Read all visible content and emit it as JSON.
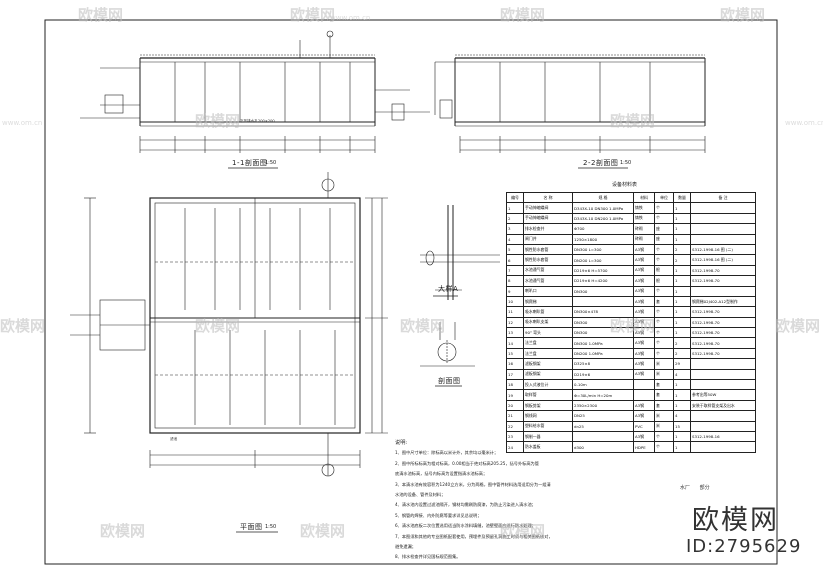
{
  "drawing": {
    "section_1": {
      "title": "1-1剖面图",
      "scale": "1:50",
      "pipe_label": "下压排水孔200×200"
    },
    "section_2": {
      "title": "2-2剖面图",
      "scale": "1:50"
    },
    "plan": {
      "title": "平面图",
      "scale": "1:50"
    },
    "detail_a": {
      "title": "大样A"
    },
    "section_view": {
      "title": "剖面图"
    },
    "plan_side_label": "滤池",
    "table": {
      "title": "设备材料表",
      "headers": [
        "编号",
        "名 称",
        "规 格",
        "材料",
        "单位",
        "数量",
        "备 注"
      ],
      "rows": [
        [
          "1",
          "手动伸缩蝶阀",
          "D343X-10 DN300 1.0MPa",
          "铸铁",
          "个",
          "1",
          ""
        ],
        [
          "2",
          "手动伸缩蝶阀",
          "D343X-10 DN200 1.0MPa",
          "铸铁",
          "个",
          "1",
          ""
        ],
        [
          "3",
          "排水检查井",
          "Φ700",
          "砖砌",
          "座",
          "1",
          ""
        ],
        [
          "4",
          "闸门井",
          "1250×1800",
          "砖砌",
          "座",
          "1",
          ""
        ],
        [
          "5",
          "钢性防水套管",
          "DN300 L=300",
          "A3钢",
          "个",
          "2",
          "S312-1998-16 图 (二)"
        ],
        [
          "6",
          "钢性防水套管",
          "DN200 L=300",
          "A3钢",
          "个",
          "2",
          "S312-1998-16 图 (二)"
        ],
        [
          "7",
          "水池通气管",
          "D219×6 H=5700",
          "A3钢",
          "根",
          "1",
          "S312-1998-70"
        ],
        [
          "8",
          "水池通气管",
          "D219×6 H=4200",
          "A3钢",
          "根",
          "1",
          "S312-1998-70"
        ],
        [
          "9",
          "喇叭口",
          "DN300",
          "A3钢",
          "个",
          "1",
          ""
        ],
        [
          "10",
          "钢爬梯",
          "",
          "A3钢",
          "套",
          "1",
          "钢爬梯02J402-A12型制作"
        ],
        [
          "11",
          "吸水喇叭管",
          "DN300×478",
          "A3钢",
          "个",
          "1",
          "S312-1998-70"
        ],
        [
          "12",
          "吸水喇叭支架",
          "DN300",
          "A3钢",
          "个",
          "1",
          "S312-1998-70"
        ],
        [
          "13",
          "90° 弯头",
          "DN300",
          "A3钢",
          "个",
          "1",
          "S312-1998-70"
        ],
        [
          "14",
          "法兰盘",
          "DN300 1.0MPa",
          "A3钢",
          "个",
          "2",
          "S312-1998-70"
        ],
        [
          "15",
          "法兰盘",
          "DN200 1.0MPa",
          "A3钢",
          "个",
          "2",
          "S312-1998-70"
        ],
        [
          "16",
          "滤板钢架",
          "D325×8",
          "A3钢",
          "米",
          "29",
          ""
        ],
        [
          "17",
          "滤板钢架",
          "D219×6",
          "A3钢",
          "米",
          "4",
          ""
        ],
        [
          "18",
          "投入式液位计",
          "0-10m",
          "",
          "套",
          "1",
          ""
        ],
        [
          "19",
          "取样管",
          "Φ=30L/min H=20m",
          "",
          "套",
          "1",
          "参考出等50W"
        ],
        [
          "20",
          "钢板剪架",
          "2350×2300",
          "A3钢",
          "套",
          "1",
          "安装于取样管支架及出水"
        ],
        [
          "21",
          "钢线网",
          "DN25",
          "A3钢",
          "米",
          "4",
          ""
        ],
        [
          "22",
          "塑料给水管",
          "dn25",
          "PVC",
          "米",
          "15",
          ""
        ],
        [
          "23",
          "钢制一器",
          "",
          "A3钢",
          "个",
          "1",
          "S312-1998-16"
        ],
        [
          "24",
          "防水盖板",
          "d300",
          "HDPE",
          "个",
          "1",
          ""
        ]
      ]
    },
    "notes": {
      "title": "说明:",
      "items": [
        "1、图中尺寸单位：除标高以米计外，其余均以毫米计；",
        "2、图中所标标高为相对标高，0.00相当于绝对标高205.25，括号外标高为管",
        "   底清水池标高，括号内标高为设置指清水池标高；",
        "3、本清水池有效容积为1240立方米，分为两格，图中管件材料选用适用分为一组清",
        "   水池的设备、管件及材料；",
        "4、清水池内设置过滤池隔开，钢材均需刷防腐漆，为防止污染进入清水池；",
        "5、钢管的焊接、内外防腐等要求详见总说明；",
        "6、清水池底板二次位置选用适当防水涂料填缝，池壁壁面应进行防水处理；",
        "7、本图须和其他的专业图纸配套使用，预埋件及预留孔洞施工时须与相关图纸核对，",
        "   避免遗漏；",
        "8、排水检查井详见国标规范图集。"
      ]
    },
    "title_block": {
      "company": "水厂",
      "part": "部分"
    },
    "watermarks": {
      "brand": "欧模网",
      "url": "www.om.cn",
      "id": "ID:2795629"
    }
  }
}
